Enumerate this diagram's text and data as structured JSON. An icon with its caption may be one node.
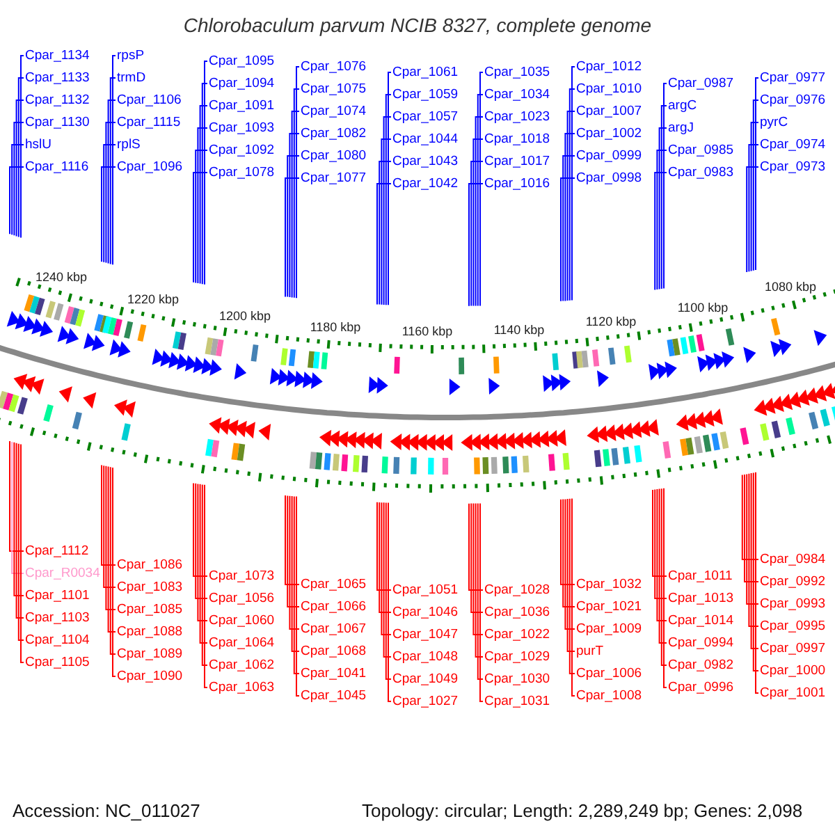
{
  "diagram": {
    "title": "Chlorobaculum parvum NCIB 8327, complete genome",
    "nodes": [
      {
        "text": [
          "Cpar_1134"
        ]
      },
      {
        "text": [
          "Cpar_1133"
        ]
      },
      {
        "text": [
          "Cpar_1132"
        ]
      },
      {
        "text": [
          "Cpar_1130"
        ]
      },
      {
        "text": [
          "hslU"
        ]
      },
      {
        "text": [
          "Cpar_1116"
        ]
      },
      {
        "text": [
          "rpsP"
        ]
      },
      {
        "text": [
          "trmD"
        ]
      },
      {
        "text": [
          "Cpar_1106"
        ]
      },
      {
        "text": [
          "Cpar_1115"
        ]
      },
      {
        "text": [
          "rplS"
        ]
      },
      {
        "text": [
          "Cpar_1096"
        ]
      },
      {
        "text": [
          "Cpar_1095"
        ]
      },
      {
        "text": [
          "Cpar_1094"
        ]
      },
      {
        "text": [
          "Cpar_1091"
        ]
      },
      {
        "text": [
          "Cpar_1093"
        ]
      },
      {
        "text": [
          "Cpar_1092"
        ]
      },
      {
        "text": [
          "Cpar_1078"
        ]
      },
      {
        "text": [
          "Cpar_1076"
        ]
      },
      {
        "text": [
          "Cpar_1075"
        ]
      },
      {
        "text": [
          "Cpar_1074"
        ]
      },
      {
        "text": [
          "Cpar_1082"
        ]
      },
      {
        "text": [
          "Cpar_1080"
        ]
      },
      {
        "text": [
          "Cpar_1077"
        ]
      },
      {
        "text": [
          "Cpar_1061"
        ]
      },
      {
        "text": [
          "Cpar_1059"
        ]
      },
      {
        "text": [
          "Cpar_1057"
        ]
      },
      {
        "text": [
          "Cpar_1044"
        ]
      },
      {
        "text": [
          "Cpar_1043"
        ]
      },
      {
        "text": [
          "Cpar_1042"
        ]
      },
      {
        "text": [
          "Cpar_1035"
        ]
      },
      {
        "text": [
          "Cpar_1034"
        ]
      },
      {
        "text": [
          "Cpar_1023"
        ]
      },
      {
        "text": [
          "Cpar_1018"
        ]
      },
      {
        "text": [
          "Cpar_1017"
        ]
      },
      {
        "text": [
          "Cpar_1016"
        ]
      },
      {
        "text": [
          "Cpar_1012"
        ]
      },
      {
        "text": [
          "Cpar_1010"
        ]
      },
      {
        "text": [
          "Cpar_1007"
        ]
      },
      {
        "text": [
          "Cpar_1002"
        ]
      },
      {
        "text": [
          "Cpar_0999"
        ]
      },
      {
        "text": [
          "Cpar_0998"
        ]
      },
      {
        "text": [
          "Cpar_0987"
        ]
      },
      {
        "text": [
          "argC"
        ]
      },
      {
        "text": [
          "argJ"
        ]
      },
      {
        "text": [
          "Cpar_0985"
        ]
      },
      {
        "text": [
          "Cpar_0983"
        ]
      },
      {
        "text": [
          "Cpar_0977"
        ]
      },
      {
        "text": [
          "Cpar_0976"
        ]
      },
      {
        "text": [
          "pyrC"
        ]
      },
      {
        "text": [
          "Cpar_0974"
        ]
      },
      {
        "text": [
          "Cpar_0973"
        ]
      },
      {
        "text": [
          "Cpar_1112"
        ]
      },
      {
        "text": [
          "Cpar_R0034"
        ]
      },
      {
        "text": [
          "Cpar_1101"
        ]
      },
      {
        "text": [
          "Cpar_1103"
        ]
      },
      {
        "text": [
          "Cpar_1104"
        ]
      },
      {
        "text": [
          "Cpar_1105"
        ]
      },
      {
        "text": [
          "Cpar_1086"
        ]
      },
      {
        "text": [
          "Cpar_1083"
        ]
      },
      {
        "text": [
          "Cpar_1085"
        ]
      },
      {
        "text": [
          "Cpar_1088"
        ]
      },
      {
        "text": [
          "Cpar_1089"
        ]
      },
      {
        "text": [
          "Cpar_1090"
        ]
      },
      {
        "text": [
          "Cpar_1073"
        ]
      },
      {
        "text": [
          "Cpar_1056"
        ]
      },
      {
        "text": [
          "Cpar_1060"
        ]
      },
      {
        "text": [
          "Cpar_1064"
        ]
      },
      {
        "text": [
          "Cpar_1062"
        ]
      },
      {
        "text": [
          "Cpar_1063"
        ]
      },
      {
        "text": [
          "Cpar_1065"
        ]
      },
      {
        "text": [
          "Cpar_1066"
        ]
      },
      {
        "text": [
          "Cpar_1067"
        ]
      },
      {
        "text": [
          "Cpar_1068"
        ]
      },
      {
        "text": [
          "Cpar_1041"
        ]
      },
      {
        "text": [
          "Cpar_1045"
        ]
      },
      {
        "text": [
          "Cpar_1051"
        ]
      },
      {
        "text": [
          "Cpar_1046"
        ]
      },
      {
        "text": [
          "Cpar_1047"
        ]
      },
      {
        "text": [
          "Cpar_1048"
        ]
      },
      {
        "text": [
          "Cpar_1049"
        ]
      },
      {
        "text": [
          "Cpar_1027"
        ]
      },
      {
        "text": [
          "Cpar_1028"
        ]
      },
      {
        "text": [
          "Cpar_1036"
        ]
      },
      {
        "text": [
          "Cpar_1022"
        ]
      },
      {
        "text": [
          "Cpar_1029"
        ]
      },
      {
        "text": [
          "Cpar_1030"
        ]
      },
      {
        "text": [
          "Cpar_1031"
        ]
      },
      {
        "text": [
          "Cpar_1032"
        ]
      },
      {
        "text": [
          "Cpar_1021"
        ]
      },
      {
        "text": [
          "Cpar_1009"
        ]
      },
      {
        "text": [
          "purT"
        ]
      },
      {
        "text": [
          "Cpar_1006"
        ]
      },
      {
        "text": [
          "Cpar_1008"
        ]
      },
      {
        "text": [
          "Cpar_1011"
        ]
      },
      {
        "text": [
          "Cpar_1013"
        ]
      },
      {
        "text": [
          "Cpar_1014"
        ]
      },
      {
        "text": [
          "Cpar_0994"
        ]
      },
      {
        "text": [
          "Cpar_0982"
        ]
      },
      {
        "text": [
          "Cpar_0996"
        ]
      },
      {
        "text": [
          "Cpar_0984"
        ]
      },
      {
        "text": [
          "Cpar_0992"
        ]
      },
      {
        "text": [
          "Cpar_0993"
        ]
      },
      {
        "text": [
          "Cpar_0995"
        ]
      },
      {
        "text": [
          "Cpar_0997"
        ]
      },
      {
        "text": [
          "Cpar_1000"
        ]
      },
      {
        "text": [
          "Cpar_1001"
        ]
      }
    ],
    "edges": [
      {
        "from": 0,
        "to": null,
        "arrow": "none",
        "color": "#0000ff"
      },
      {
        "from": 1,
        "to": null,
        "arrow": "none",
        "color": "#0000ff"
      },
      {
        "from": 2,
        "to": null,
        "arrow": "none",
        "color": "#0000ff"
      },
      {
        "from": 3,
        "to": null,
        "arrow": "none",
        "color": "#0000ff"
      },
      {
        "from": 4,
        "to": null,
        "arrow": "none",
        "color": "#0000ff"
      },
      {
        "from": 5,
        "to": null,
        "arrow": "none",
        "color": "#0000ff"
      },
      {
        "from": 6,
        "to": null,
        "arrow": "none",
        "color": "#0000ff"
      },
      {
        "from": 7,
        "to": null,
        "arrow": "none",
        "color": "#0000ff"
      },
      {
        "from": 8,
        "to": null,
        "arrow": "none",
        "color": "#0000ff"
      },
      {
        "from": 9,
        "to": null,
        "arrow": "none",
        "color": "#0000ff"
      },
      {
        "from": 10,
        "to": null,
        "arrow": "none",
        "color": "#0000ff"
      },
      {
        "from": 11,
        "to": null,
        "arrow": "none",
        "color": "#0000ff"
      },
      {
        "from": 12,
        "to": null,
        "arrow": "none",
        "color": "#0000ff"
      },
      {
        "from": 13,
        "to": null,
        "arrow": "none",
        "color": "#0000ff"
      },
      {
        "from": 14,
        "to": null,
        "arrow": "none",
        "color": "#0000ff"
      },
      {
        "from": 15,
        "to": null,
        "arrow": "none",
        "color": "#0000ff"
      },
      {
        "from": 16,
        "to": null,
        "arrow": "none",
        "color": "#0000ff"
      },
      {
        "from": 17,
        "to": null,
        "arrow": "none",
        "color": "#0000ff"
      },
      {
        "from": 18,
        "to": null,
        "arrow": "none",
        "color": "#0000ff"
      },
      {
        "from": 19,
        "to": null,
        "arrow": "none",
        "color": "#0000ff"
      },
      {
        "from": 20,
        "to": null,
        "arrow": "none",
        "color": "#0000ff"
      },
      {
        "from": 21,
        "to": null,
        "arrow": "none",
        "color": "#0000ff"
      },
      {
        "from": 22,
        "to": null,
        "arrow": "none",
        "color": "#0000ff"
      },
      {
        "from": 23,
        "to": null,
        "arrow": "none",
        "color": "#0000ff"
      },
      {
        "from": 24,
        "to": null,
        "arrow": "none",
        "color": "#0000ff"
      },
      {
        "from": 25,
        "to": null,
        "arrow": "none",
        "color": "#0000ff"
      },
      {
        "from": 26,
        "to": null,
        "arrow": "none",
        "color": "#0000ff"
      },
      {
        "from": 27,
        "to": null,
        "arrow": "none",
        "color": "#0000ff"
      },
      {
        "from": 28,
        "to": null,
        "arrow": "none",
        "color": "#0000ff"
      },
      {
        "from": 29,
        "to": null,
        "arrow": "none",
        "color": "#0000ff"
      },
      {
        "from": 30,
        "to": null,
        "arrow": "none",
        "color": "#0000ff"
      },
      {
        "from": 31,
        "to": null,
        "arrow": "none",
        "color": "#0000ff"
      },
      {
        "from": 32,
        "to": null,
        "arrow": "none",
        "color": "#0000ff"
      },
      {
        "from": 33,
        "to": null,
        "arrow": "none",
        "color": "#0000ff"
      },
      {
        "from": 34,
        "to": null,
        "arrow": "none",
        "color": "#0000ff"
      },
      {
        "from": 35,
        "to": null,
        "arrow": "none",
        "color": "#0000ff"
      },
      {
        "from": 36,
        "to": null,
        "arrow": "none",
        "color": "#0000ff"
      },
      {
        "from": 37,
        "to": null,
        "arrow": "none",
        "color": "#0000ff"
      },
      {
        "from": 38,
        "to": null,
        "arrow": "none",
        "color": "#0000ff"
      },
      {
        "from": 39,
        "to": null,
        "arrow": "none",
        "color": "#0000ff"
      },
      {
        "from": 40,
        "to": null,
        "arrow": "none",
        "color": "#0000ff"
      },
      {
        "from": 41,
        "to": null,
        "arrow": "none",
        "color": "#0000ff"
      },
      {
        "from": 42,
        "to": null,
        "arrow": "none",
        "color": "#0000ff"
      },
      {
        "from": 43,
        "to": null,
        "arrow": "none",
        "color": "#0000ff"
      },
      {
        "from": 44,
        "to": null,
        "arrow": "none",
        "color": "#0000ff"
      },
      {
        "from": 45,
        "to": null,
        "arrow": "none",
        "color": "#0000ff"
      },
      {
        "from": 46,
        "to": null,
        "arrow": "none",
        "color": "#0000ff"
      },
      {
        "from": 47,
        "to": null,
        "arrow": "none",
        "color": "#0000ff"
      },
      {
        "from": 48,
        "to": null,
        "arrow": "none",
        "color": "#0000ff"
      },
      {
        "from": 49,
        "to": null,
        "arrow": "none",
        "color": "#0000ff"
      },
      {
        "from": 50,
        "to": null,
        "arrow": "none",
        "color": "#0000ff"
      },
      {
        "from": 51,
        "to": null,
        "arrow": "none",
        "color": "#0000ff"
      },
      {
        "from": 52,
        "to": null,
        "arrow": "none"
      },
      {
        "from": 53,
        "to": null,
        "arrow": "none",
        "color": "#ff99cc"
      },
      {
        "from": 54,
        "to": null,
        "arrow": "none"
      },
      {
        "from": 55,
        "to": null,
        "arrow": "none"
      },
      {
        "from": 56,
        "to": null,
        "arrow": "none"
      },
      {
        "from": 57,
        "to": null,
        "arrow": "none"
      },
      {
        "from": 58,
        "to": null,
        "arrow": "none"
      },
      {
        "from": 59,
        "to": null,
        "arrow": "none"
      },
      {
        "from": 60,
        "to": null,
        "arrow": "none"
      },
      {
        "from": 61,
        "to": null,
        "arrow": "none"
      },
      {
        "from": 62,
        "to": null,
        "arrow": "none"
      },
      {
        "from": 63,
        "to": null,
        "arrow": "none"
      },
      {
        "from": 64,
        "to": null,
        "arrow": "none"
      },
      {
        "from": 65,
        "to": null,
        "arrow": "none"
      },
      {
        "from": 66,
        "to": null,
        "arrow": "none"
      },
      {
        "from": 67,
        "to": null,
        "arrow": "none"
      },
      {
        "from": 68,
        "to": null,
        "arrow": "none"
      },
      {
        "from": 69,
        "to": null,
        "arrow": "none"
      },
      {
        "from": 70,
        "to": null,
        "arrow": "none"
      },
      {
        "from": 71,
        "to": null,
        "arrow": "none"
      },
      {
        "from": 72,
        "to": null,
        "arrow": "none"
      },
      {
        "from": 73,
        "to": null,
        "arrow": "none"
      },
      {
        "from": 74,
        "to": null,
        "arrow": "none"
      },
      {
        "from": 75,
        "to": null,
        "arrow": "none"
      },
      {
        "from": 76,
        "to": null,
        "arrow": "none"
      },
      {
        "from": 77,
        "to": null,
        "arrow": "none"
      },
      {
        "from": 78,
        "to": null,
        "arrow": "none"
      },
      {
        "from": 79,
        "to": null,
        "arrow": "none"
      },
      {
        "from": 80,
        "to": null,
        "arrow": "none"
      },
      {
        "from": 81,
        "to": null,
        "arrow": "none"
      },
      {
        "from": 82,
        "to": null,
        "arrow": "none"
      },
      {
        "from": 83,
        "to": null,
        "arrow": "none"
      },
      {
        "from": 84,
        "to": null,
        "arrow": "none"
      },
      {
        "from": 85,
        "to": null,
        "arrow": "none"
      },
      {
        "from": 86,
        "to": null,
        "arrow": "none"
      },
      {
        "from": 87,
        "to": null,
        "arrow": "none"
      },
      {
        "from": 88,
        "to": null,
        "arrow": "none"
      },
      {
        "from": 89,
        "to": null,
        "arrow": "none"
      },
      {
        "from": 90,
        "to": null,
        "arrow": "none"
      },
      {
        "from": 91,
        "to": null,
        "arrow": "none"
      },
      {
        "from": 92,
        "to": null,
        "arrow": "none"
      },
      {
        "from": 93,
        "to": null,
        "arrow": "none"
      },
      {
        "from": 94,
        "to": null,
        "arrow": "none"
      },
      {
        "from": 95,
        "to": null,
        "arrow": "none"
      },
      {
        "from": 96,
        "to": null,
        "arrow": "none"
      },
      {
        "from": 97,
        "to": null,
        "arrow": "none"
      },
      {
        "from": 98,
        "to": null,
        "arrow": "none"
      },
      {
        "from": 99,
        "to": null,
        "arrow": "none"
      },
      {
        "from": 100,
        "to": null,
        "arrow": "none"
      },
      {
        "from": 101,
        "to": null,
        "arrow": "none"
      },
      {
        "from": 102,
        "to": null,
        "arrow": "none"
      },
      {
        "from": 103,
        "to": null,
        "arrow": "none"
      },
      {
        "from": 104,
        "to": null,
        "arrow": "none"
      },
      {
        "from": 105,
        "to": null,
        "arrow": "none"
      },
      {
        "from": 106,
        "to": null,
        "arrow": "none"
      }
    ],
    "labels": [
      "1240 kbp",
      "1220 kbp",
      "1200 kbp",
      "1180 kbp",
      "1160 kbp",
      "1140 kbp",
      "1120 kbp",
      "1100 kbp",
      "1080 kbp",
      "Accession: NC_011027",
      "Topology: circular; Length: 2,289,249 bp; Genes: 2,098"
    ]
  }
}
